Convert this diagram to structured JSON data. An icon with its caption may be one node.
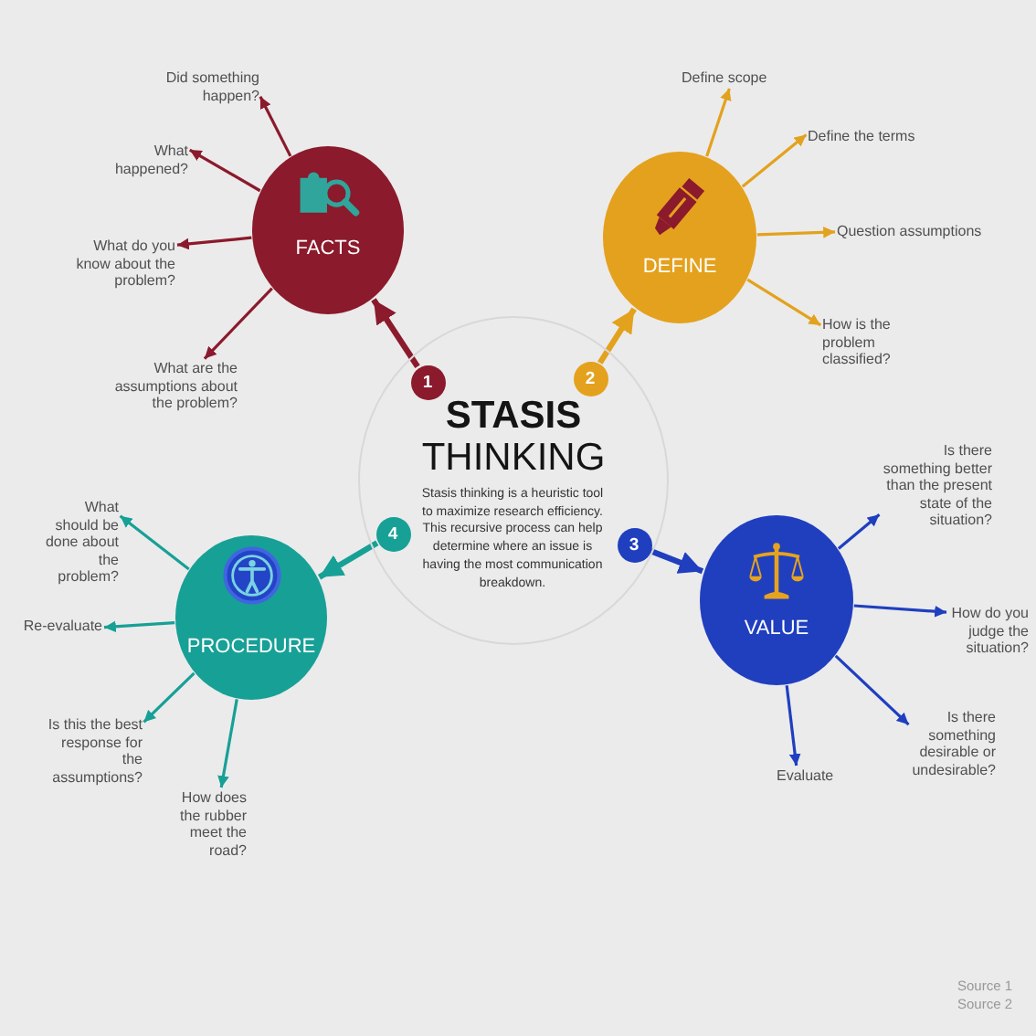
{
  "diagram": {
    "nodes": [
      {
        "text": [
          "STASIS",
          "THINKING",
          "Stasis thinking is a heuristic tool to maximize research efficiency. This recursive process can help determine where an issue is having the most communication breakdown."
        ]
      },
      {
        "text": [
          "1"
        ],
        "in": 0
      },
      {
        "text": [
          "2"
        ],
        "in": 0
      },
      {
        "text": [
          "3"
        ],
        "in": 0
      },
      {
        "text": [
          "4"
        ],
        "in": 0
      },
      {
        "text": [
          "FACTS"
        ]
      },
      {
        "text": [
          "DEFINE"
        ]
      },
      {
        "text": [
          "VALUE"
        ]
      },
      {
        "text": [
          "PROCEDURE"
        ]
      },
      {
        "text": [
          "Did something happen?"
        ]
      },
      {
        "text": [
          "What happened?"
        ]
      },
      {
        "text": [
          "What do you know about the problem?"
        ]
      },
      {
        "text": [
          "What are the assumptions about the problem?"
        ]
      },
      {
        "text": [
          "Define scope"
        ]
      },
      {
        "text": [
          "Define the terms"
        ]
      },
      {
        "text": [
          "Question assumptions"
        ]
      },
      {
        "text": [
          "How is the problem classified?"
        ]
      },
      {
        "text": [
          "Is there something better than the present state of the situation?"
        ]
      },
      {
        "text": [
          "How do you judge the situation?"
        ]
      },
      {
        "text": [
          "Is there something desirable or undesirable?"
        ]
      },
      {
        "text": [
          "Evaluate"
        ]
      },
      {
        "text": [
          "What should be done about the problem?"
        ]
      },
      {
        "text": [
          "Re-evaluate"
        ]
      },
      {
        "text": [
          "Is this the best response for the assumptions?"
        ]
      },
      {
        "text": [
          "How does the rubber meet the road?"
        ]
      }
    ],
    "edges": [
      {
        "from": 1,
        "to": 5,
        "arrow": "to",
        "style": "thick",
        "color": "#8b1a2c"
      },
      {
        "from": 2,
        "to": 6,
        "arrow": "to",
        "style": "thick",
        "color": "#e3a21d"
      },
      {
        "from": 3,
        "to": 7,
        "arrow": "to",
        "style": "thick",
        "color": "#1f3fbf"
      },
      {
        "from": 4,
        "to": 8,
        "arrow": "to",
        "style": "thick",
        "color": "#17a096"
      },
      {
        "from": 5,
        "to": 9,
        "arrow": "to",
        "color": "#8b1a2c"
      },
      {
        "from": 5,
        "to": 10,
        "arrow": "to",
        "color": "#8b1a2c"
      },
      {
        "from": 5,
        "to": 11,
        "arrow": "to",
        "color": "#8b1a2c"
      },
      {
        "from": 5,
        "to": 12,
        "arrow": "to",
        "color": "#8b1a2c"
      },
      {
        "from": 6,
        "to": 13,
        "arrow": "to",
        "color": "#e3a21d"
      },
      {
        "from": 6,
        "to": 14,
        "arrow": "to",
        "color": "#e3a21d"
      },
      {
        "from": 6,
        "to": 15,
        "arrow": "to",
        "color": "#e3a21d"
      },
      {
        "from": 6,
        "to": 16,
        "arrow": "to",
        "color": "#e3a21d"
      },
      {
        "from": 7,
        "to": 17,
        "arrow": "to",
        "color": "#1f3fbf"
      },
      {
        "from": 7,
        "to": 18,
        "arrow": "to",
        "color": "#1f3fbf"
      },
      {
        "from": 7,
        "to": 19,
        "arrow": "to",
        "color": "#1f3fbf"
      },
      {
        "from": 7,
        "to": 20,
        "arrow": "to",
        "color": "#1f3fbf"
      },
      {
        "from": 8,
        "to": 21,
        "arrow": "to",
        "color": "#17a096"
      },
      {
        "from": 8,
        "to": 22,
        "arrow": "to",
        "color": "#17a096"
      },
      {
        "from": 8,
        "to": 23,
        "arrow": "to",
        "color": "#17a096"
      },
      {
        "from": 8,
        "to": 24,
        "arrow": "to",
        "color": "#17a096"
      }
    ],
    "labels": [
      "Source 1",
      "Source 2"
    ]
  }
}
